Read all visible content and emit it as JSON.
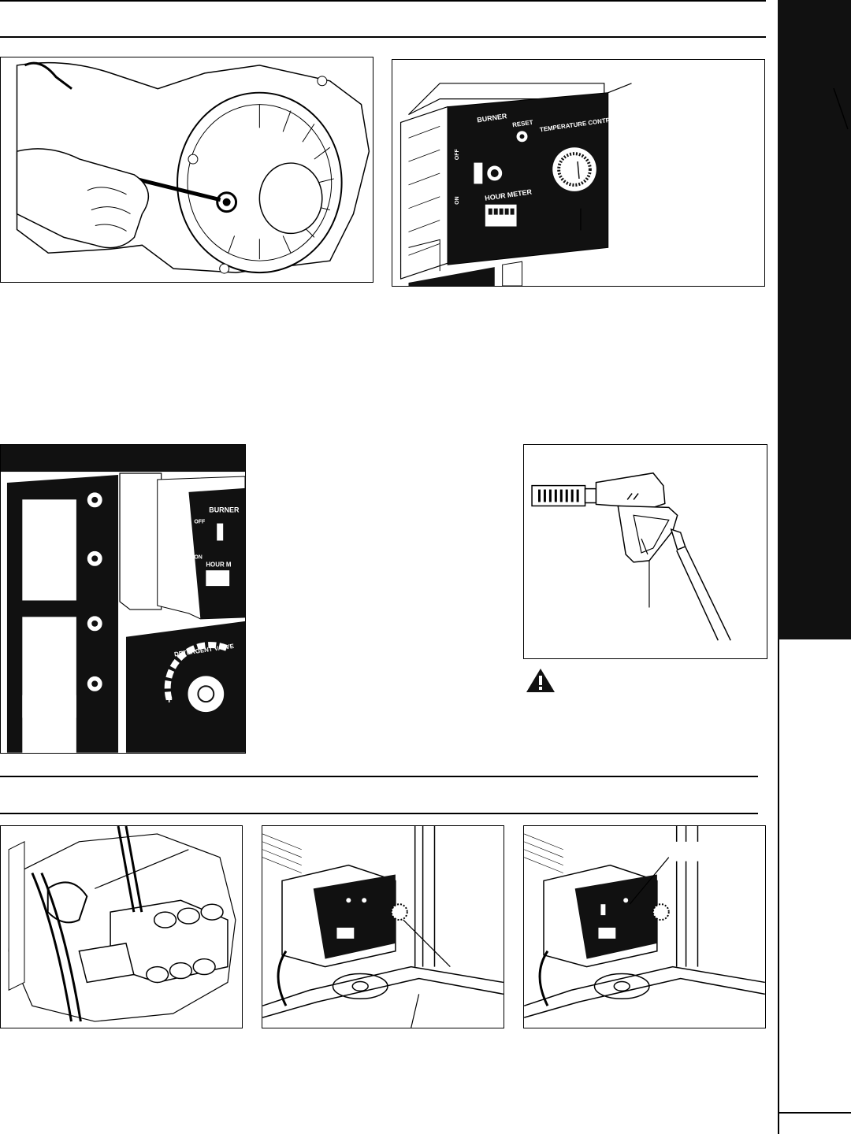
{
  "figure_top_left": {
    "icon": "pull-cord-starter-illustration"
  },
  "figure_top_right": {
    "labels": {
      "burner": "BURNER",
      "reset": "RESET",
      "temperature_control": "TEMPERATURE CONTROL",
      "hour_meter": "HOUR METER",
      "off": "OFF",
      "on": "ON"
    }
  },
  "figure_mid_left": {
    "labels": {
      "burner": "BURNER",
      "detergent_valve": "DETERGENT VALVE",
      "off": "OFF",
      "on": "ON",
      "hour_meter": "HOUR M",
      "plus": "+"
    }
  },
  "figure_mid_right": {
    "icon": "spray-gun-trigger-illustration"
  },
  "warning": {
    "icon": "warning-triangle-icon"
  },
  "bottom_figures": [
    {
      "icon": "pump-illustration"
    },
    {
      "icon": "control-box-dial-illustration"
    },
    {
      "icon": "control-box-switch-illustration"
    }
  ],
  "colors": {
    "ink": "#000000",
    "tab": "#111111",
    "paper": "#ffffff"
  }
}
